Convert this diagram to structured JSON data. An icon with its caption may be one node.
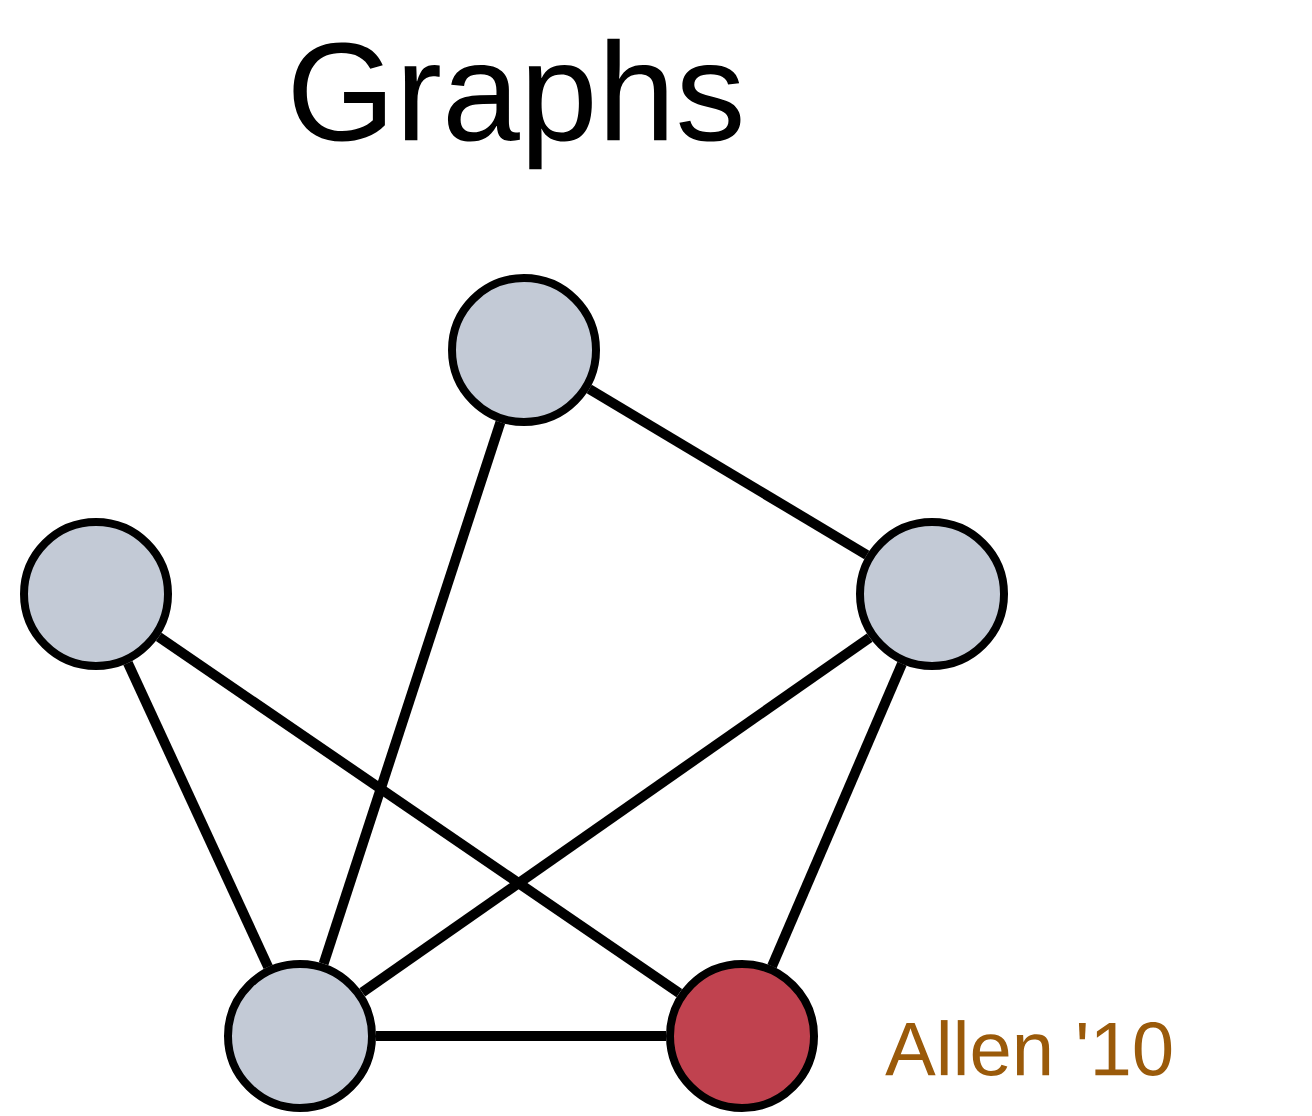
{
  "diagram": {
    "title": "Graphs",
    "nodes": [
      {
        "text": [],
        "shape": "circle"
      },
      {
        "text": [],
        "shape": "circle"
      },
      {
        "text": [],
        "shape": "circle"
      },
      {
        "text": [],
        "shape": "circle"
      },
      {
        "text": [],
        "shape": "circle",
        "beside": [
          "Allen '10"
        ]
      }
    ],
    "edges": [
      {
        "from": 0,
        "to": 2,
        "arrow": "none"
      },
      {
        "from": 0,
        "to": 3,
        "arrow": "none"
      },
      {
        "from": 1,
        "to": 3,
        "arrow": "none"
      },
      {
        "from": 1,
        "to": 4,
        "arrow": "none"
      },
      {
        "from": 2,
        "to": 3,
        "arrow": "none"
      },
      {
        "from": 2,
        "to": 4,
        "arrow": "none"
      },
      {
        "from": 3,
        "to": 4,
        "arrow": "none"
      }
    ]
  }
}
